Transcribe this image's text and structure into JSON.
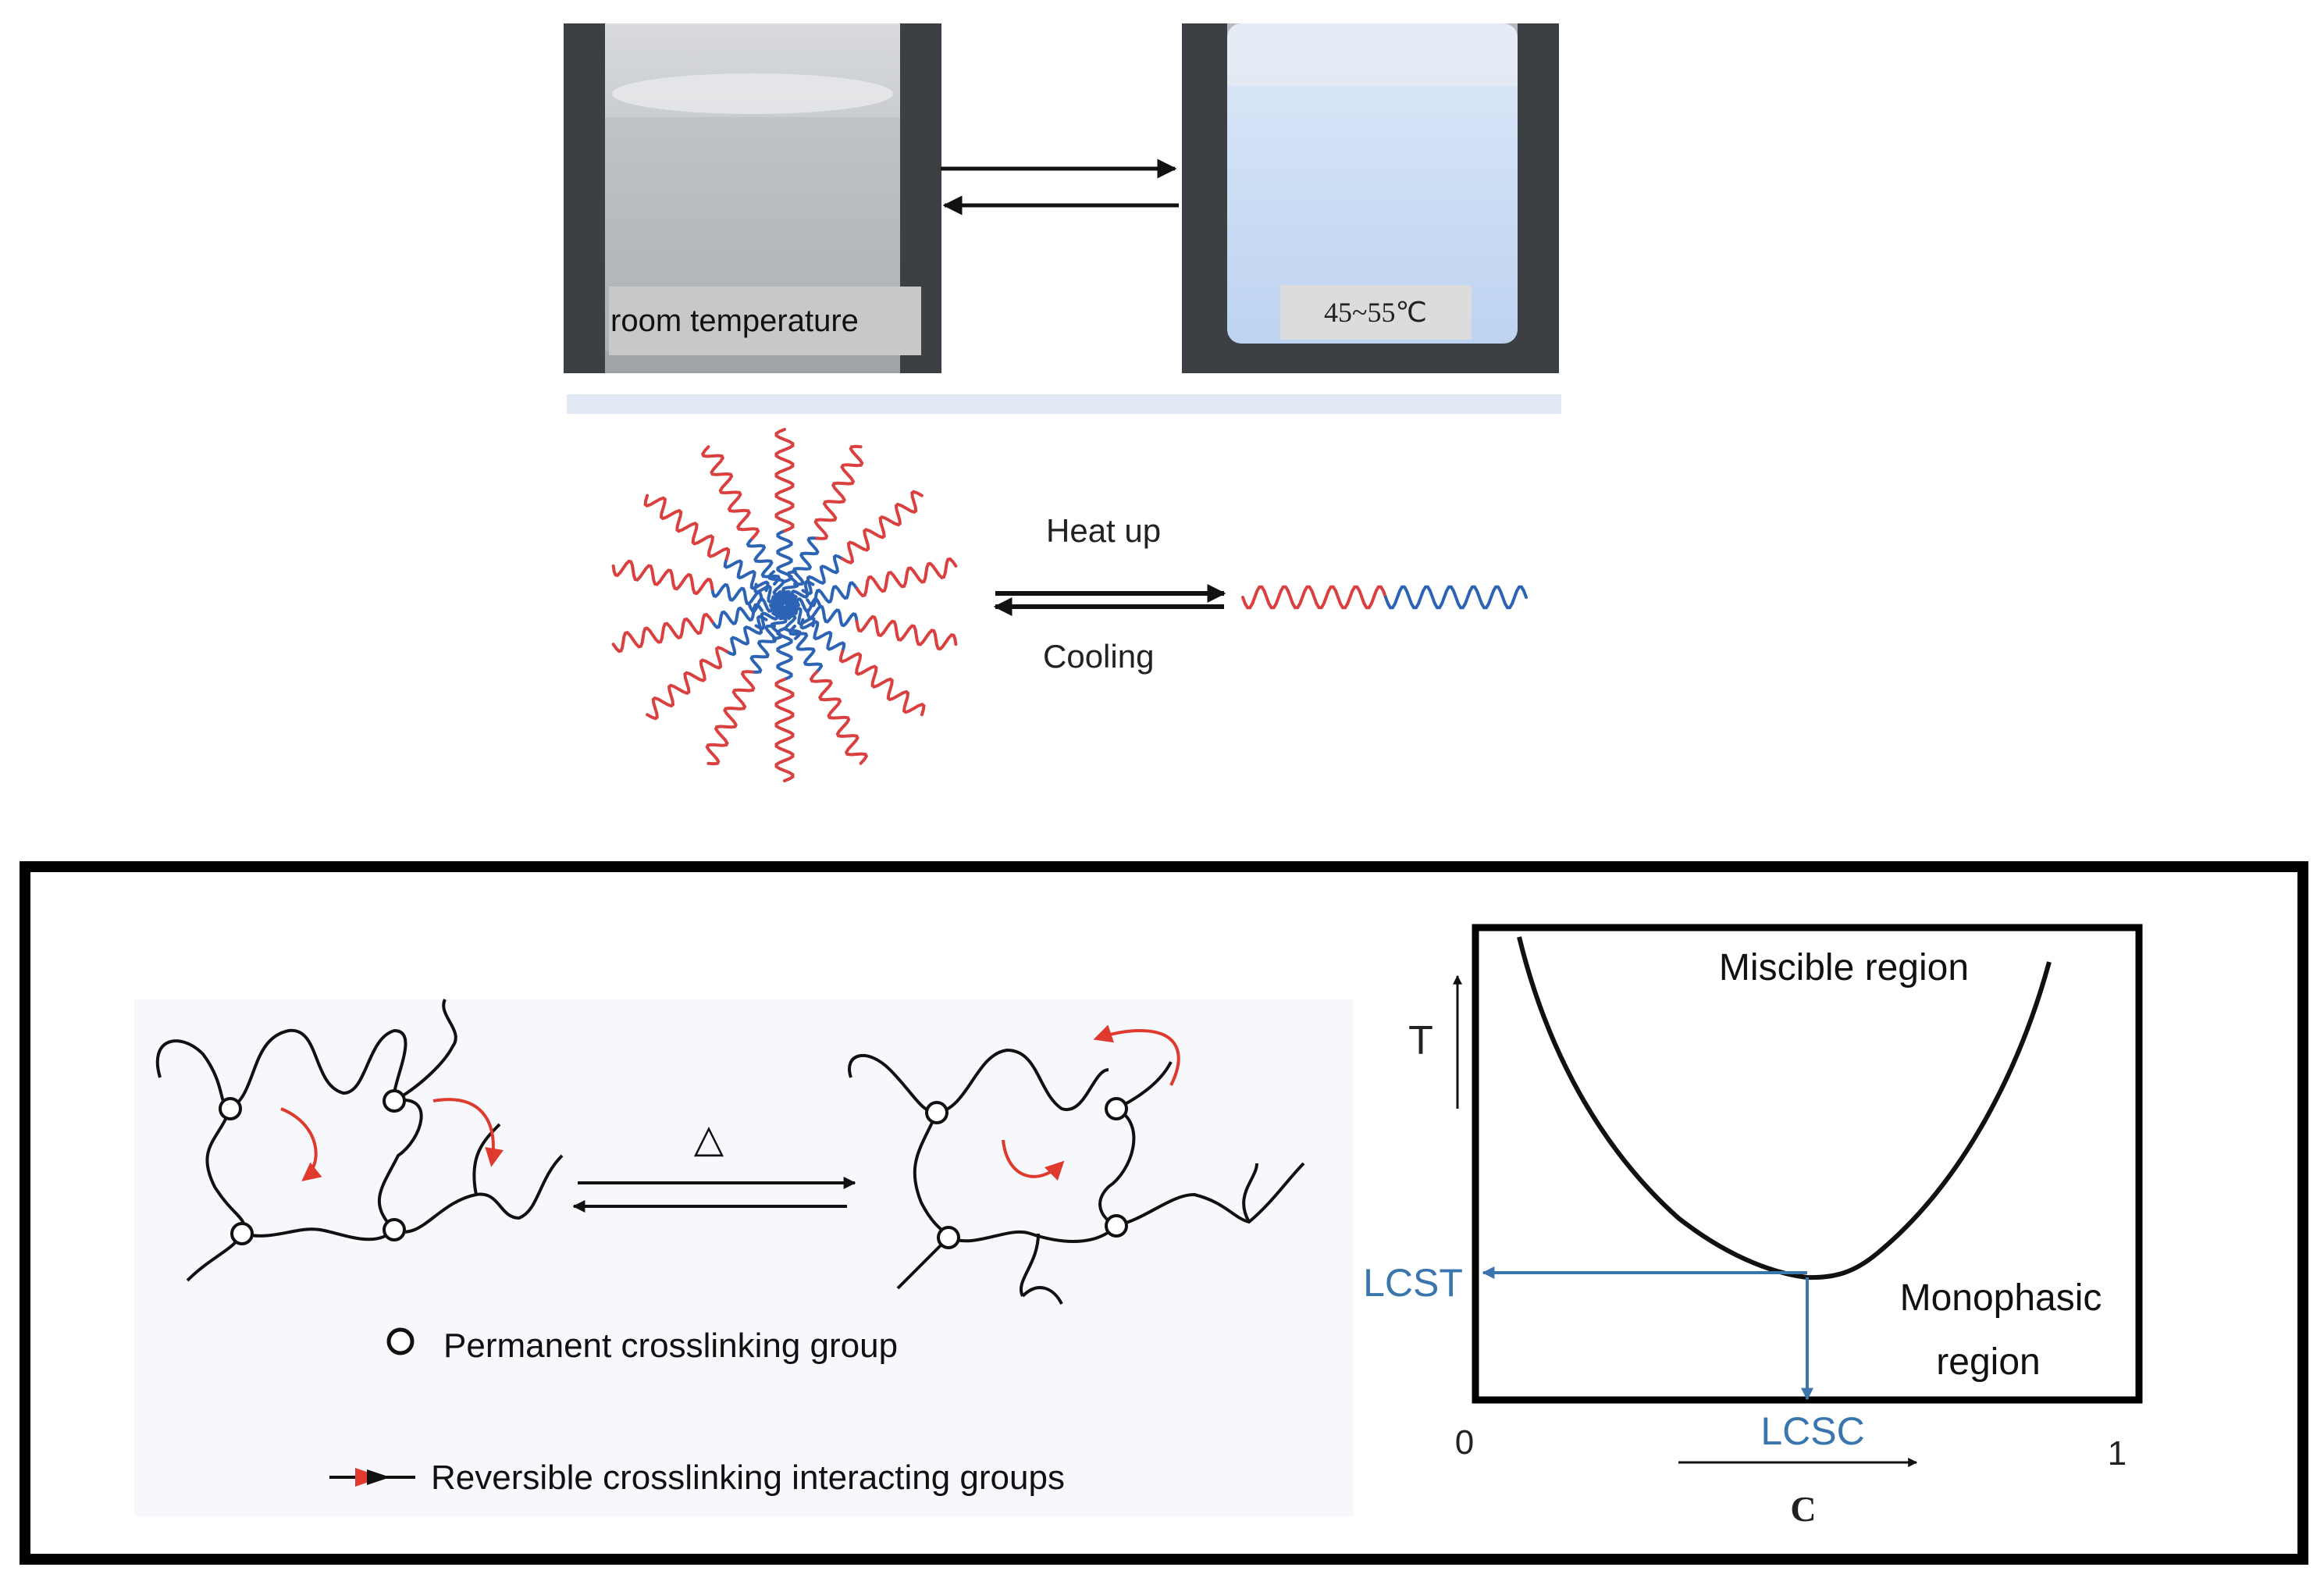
{
  "photos": {
    "left_label": "room temperature",
    "right_label": "45~55℃",
    "colors": {
      "vial_bg": "#3c3f44",
      "clear_liquid": "#b9bcc0",
      "turbid_liquid": "#cfe0f7",
      "label_bg": "#c8c8c8"
    }
  },
  "micelle": {
    "heat_label": "Heat up",
    "cool_label": "Cooling",
    "colors": {
      "hydrophilic": "#d9403f",
      "hydrophobic": "#2d63b5"
    }
  },
  "network": {
    "triangle_label": "△",
    "legend": {
      "permanent": "Permanent crosslinking group",
      "reversible": "Reversible crosslinking interacting groups"
    },
    "colors": {
      "reversible_arrow": "#e03a2f",
      "chain": "#111111"
    }
  },
  "phase_diagram": {
    "miscible": "Miscible region",
    "monophasic_line1": "Monophasic",
    "monophasic_line2": "region",
    "y_axis": "T",
    "x_axis": "C",
    "lcst": "LCST",
    "lcsc": "LCSC",
    "x_min": "0",
    "x_max": "1",
    "colors": {
      "marker": "#3a75ad"
    }
  }
}
